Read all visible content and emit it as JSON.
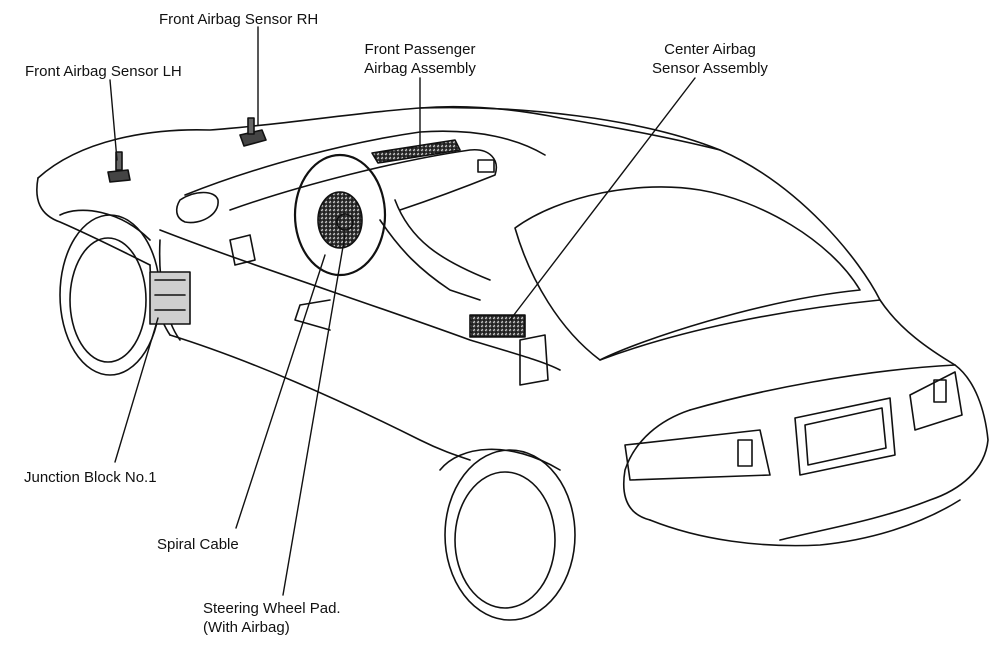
{
  "diagram": {
    "stroke_color": "#111111",
    "fill_shaded": "#8a8a8a",
    "labels": {
      "front_sensor_rh": "Front Airbag Sensor RH",
      "front_sensor_lh": "Front Airbag Sensor LH",
      "passenger_airbag": [
        "Front Passenger",
        "Airbag Assembly"
      ],
      "center_sensor": [
        "Center Airbag",
        "Sensor Assembly"
      ],
      "junction_block": "Junction Block No.1",
      "spiral_cable": "Spiral Cable",
      "steering_pad": [
        "Steering Wheel Pad.",
        "(With Airbag)"
      ]
    }
  }
}
